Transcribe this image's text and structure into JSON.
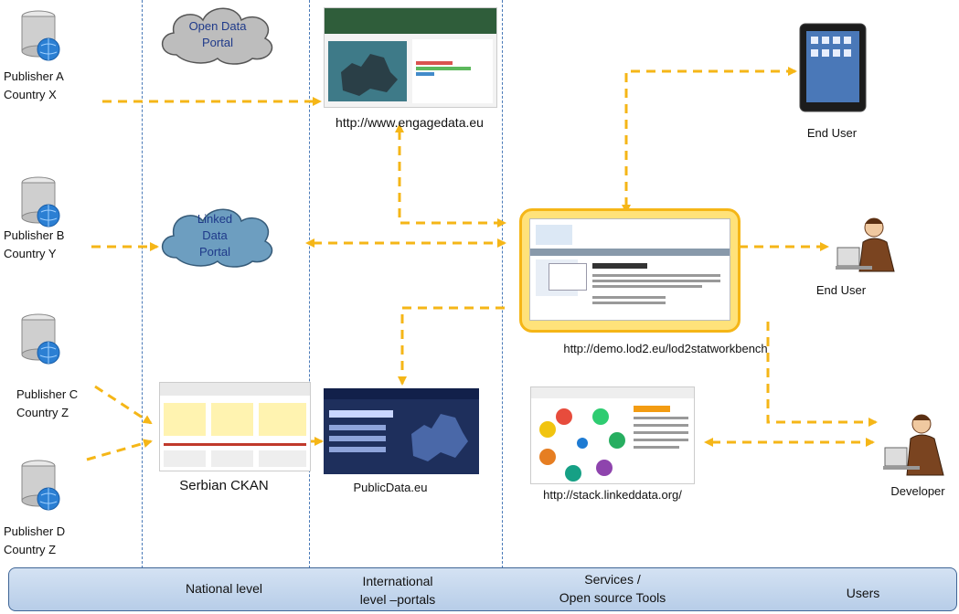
{
  "publishers": [
    {
      "name": "Publisher A",
      "country": "Country X"
    },
    {
      "name": "Publisher B",
      "country": "Country Y"
    },
    {
      "name": "Publisher C",
      "country": "Country Z"
    },
    {
      "name": "Publisher D",
      "country": "Country Z"
    }
  ],
  "clouds": {
    "open_data_portal": "Open Data Portal",
    "linked_data_portal": "Linked Data Portal"
  },
  "portals": {
    "engage_url": "http://www.engagedata.eu",
    "serbian_ckan": "Serbian CKAN",
    "publicdata": "PublicData.eu"
  },
  "services": {
    "lod2_url": "http://demo.lod2.eu/lod2statworkbench",
    "stack_url": "http://stack.linkeddata.org/"
  },
  "users": {
    "end_user_1": "End User",
    "end_user_2": "End User",
    "developer": "Developer"
  },
  "footer": {
    "national": "National level",
    "international_1": "International",
    "international_2": "level –portals",
    "services_1": "Services /",
    "services_2": "Open source Tools",
    "users": "Users"
  },
  "colors": {
    "arrow": "#f5b617",
    "cloud_gray": "#bdbdbd",
    "cloud_blue": "#6d9ec0",
    "highlight_border": "#f5b617",
    "footer_fill": "#c9daf0",
    "divider": "#4a7ab8"
  },
  "icons": [
    "database-globe-icon",
    "cloud-icon",
    "tablet-icon",
    "user-at-computer-icon"
  ]
}
